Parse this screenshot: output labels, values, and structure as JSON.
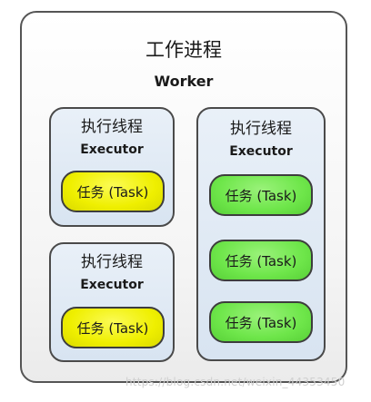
{
  "worker": {
    "title_cn": "工作进程",
    "title_en": "Worker"
  },
  "executors": [
    {
      "title_cn": "执行线程",
      "title_en": "Executor",
      "tasks": [
        {
          "label": "任务 (Task)",
          "color": "#efef00"
        }
      ]
    },
    {
      "title_cn": "执行线程",
      "title_en": "Executor",
      "tasks": [
        {
          "label": "任务 (Task)",
          "color": "#efef00"
        }
      ]
    },
    {
      "title_cn": "执行线程",
      "title_en": "Executor",
      "tasks": [
        {
          "label": "任务 (Task)",
          "color": "#6ee64a"
        },
        {
          "label": "任务 (Task)",
          "color": "#6ee64a"
        },
        {
          "label": "任务 (Task)",
          "color": "#6ee64a"
        }
      ]
    }
  ],
  "watermark": "https://blog.csdn.net/weixin_44353450"
}
